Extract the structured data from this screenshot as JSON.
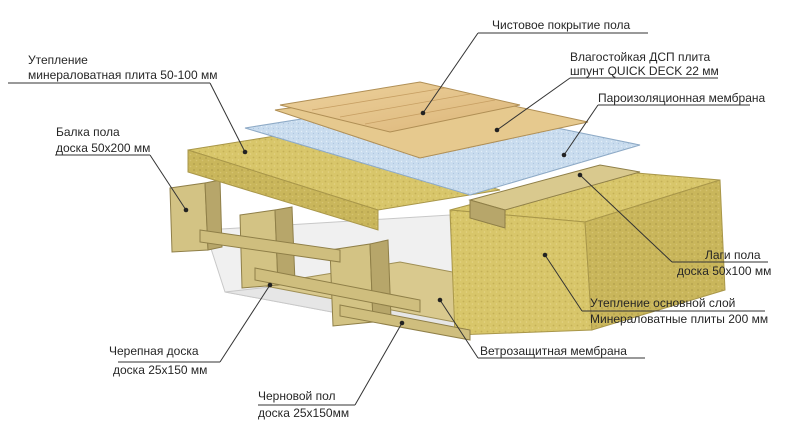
{
  "labels": {
    "finish_floor": "Чистовое покрытие пола",
    "chipboard_line1": "Влагостойкая ДСП плита",
    "chipboard_line2": "шпунт QUICK DECK 22 мм",
    "vapor_membrane": "Пароизоляционная мембрана",
    "insulation_top_line1": "Утепление",
    "insulation_top_line2": "минераловатная плита 50-100 мм",
    "floor_beam_line1": "Балка пола",
    "floor_beam_line2": "доска 50х200 мм",
    "joist_line1": "Лаги пола",
    "joist_line2": "доска 50х100 мм",
    "insulation_main_line1": "Утепление основной слой",
    "insulation_main_line2": "Минераловатные плиты 200 мм",
    "wind_membrane": "Ветрозащитная мембрана",
    "cranial_board_line1": "Черепная доска",
    "cranial_board_line2": "доска 25х150 мм",
    "subfloor_line1": "Черновой пол",
    "subfloor_line2": "доска 25х150мм"
  },
  "colors": {
    "wood": "#d9c98e",
    "wood_dark": "#b7a66a",
    "mineral_wool": "#d8c66a",
    "membrane_blue": "#c9dcee",
    "wind_membrane": "#f2f2f2",
    "finish_floor": "#e8c58c",
    "leader_line": "#333333"
  }
}
